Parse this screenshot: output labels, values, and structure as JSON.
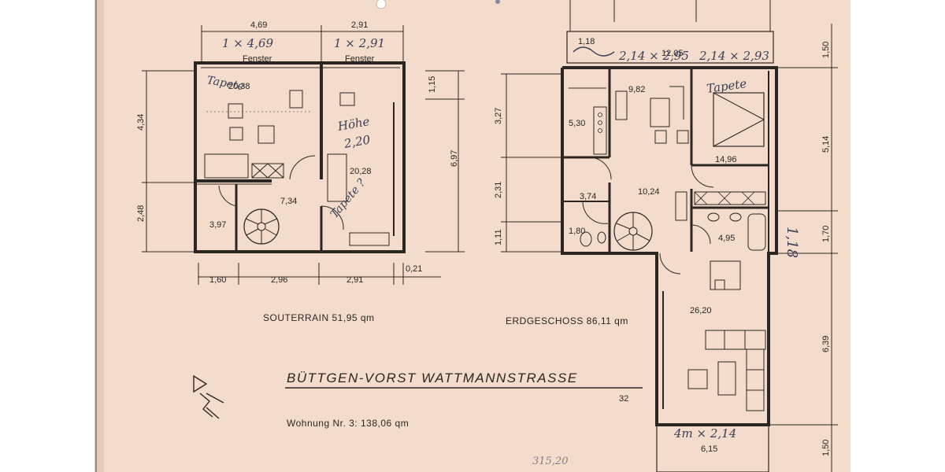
{
  "project": {
    "title": "BÜTTGEN-VORST WATTMANNSTRASSE",
    "house_number": "32",
    "apartment": "Wohnung  Nr. 3:  138,06 qm"
  },
  "souterrain": {
    "caption": "SOUTERRAIN  51,95 qm",
    "top_dims": [
      "4,69",
      "2,91"
    ],
    "window_labels": [
      "Fenster",
      "Fenster"
    ],
    "bottom_dims": [
      "1,60",
      "2,96",
      "2,91",
      "0,21"
    ],
    "left_dims": [
      "4,34",
      "2,48"
    ],
    "right_dims": [
      "1,15",
      "6,97"
    ],
    "rooms": [
      "20,38",
      "20,28",
      "7,34",
      "3,97"
    ]
  },
  "erdgeschoss": {
    "caption": "ERDGESCHOSS  86,11 qm",
    "top_dim": "1,18",
    "top_dim_2": "12,05",
    "left_dims": [
      "3,27",
      "2,31",
      "1,11"
    ],
    "right_dims": [
      "1,50",
      "5,14",
      "1,70",
      "6,39",
      "1,50"
    ],
    "rooms": [
      "9,82",
      "5,30",
      "14,96",
      "10,24",
      "3,74",
      "1,80",
      "4,95",
      "26,20",
      "6,15"
    ]
  },
  "handwritten": {
    "window_a": "1 × 4,69",
    "window_b": "1 × 2,91",
    "tapete_1": "Tapete",
    "hohe": "Höhe",
    "hohe_value": "2,20",
    "tapete_2": "Tapete ?",
    "window_c": "2,14 × 2,95",
    "window_d": "2,14 × 2,93",
    "tapete_3": "Tapete",
    "side_118": "1,18",
    "door": "4m × 2,14",
    "bottom_note": "315,20"
  },
  "colors": {
    "paper": "#f3dccb",
    "ink": "#2b2622",
    "pen": "#3a3f58"
  }
}
